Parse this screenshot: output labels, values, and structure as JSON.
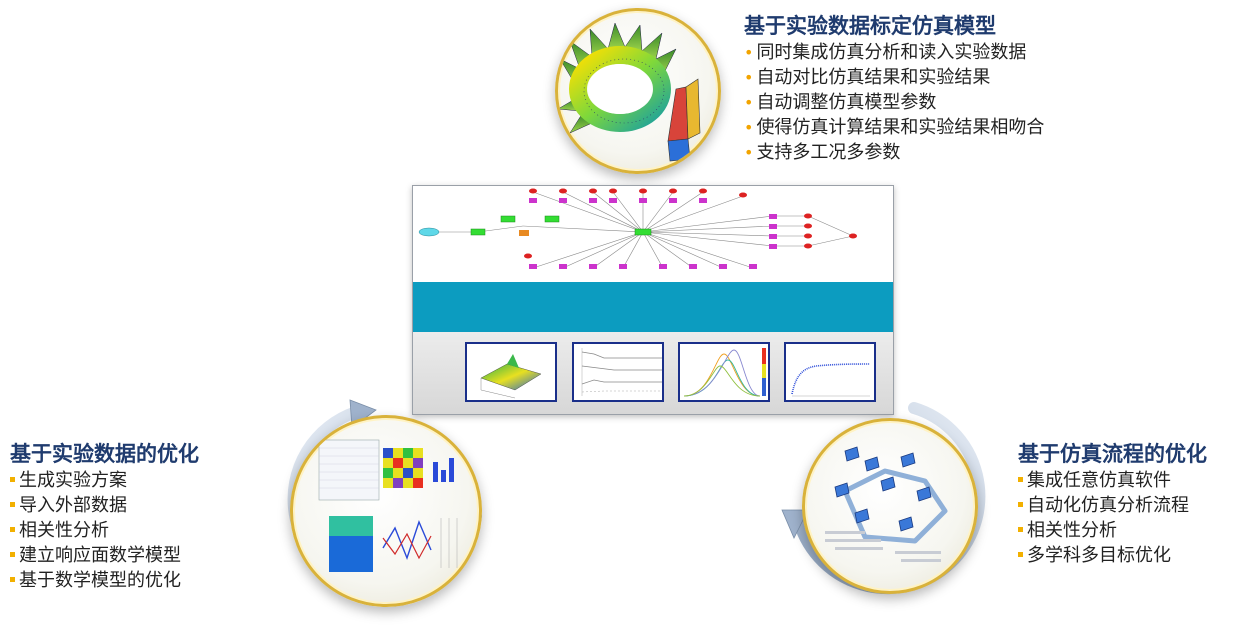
{
  "blocks": {
    "top": {
      "title": "基于实验数据标定仿真模型",
      "items": [
        "同时集成仿真分析和读入实验数据",
        "自动对比仿真结果和实验结果",
        "自动调整仿真模型参数",
        "使得仿真计算结果和实验结果相吻合",
        "支持多工况多参数"
      ]
    },
    "left": {
      "title": "基于实验数据的优化",
      "items": [
        "生成实验方案",
        "导入外部数据",
        "相关性分析",
        "建立响应面数学模型",
        "基于数学模型的优化"
      ]
    },
    "right": {
      "title": "基于仿真流程的优化",
      "items": [
        "集成任意仿真软件",
        "自动化仿真分析流程",
        "相关性分析",
        "多学科多目标优化"
      ]
    }
  },
  "colors": {
    "title": "#1f3b6e",
    "bullet": "#f2a400",
    "teal_band": "#0c9cc0",
    "medallion_ring": "#d9b23a",
    "node_magenta": "#cc33cc",
    "node_red": "#dd2222",
    "node_green": "#33dd33"
  }
}
